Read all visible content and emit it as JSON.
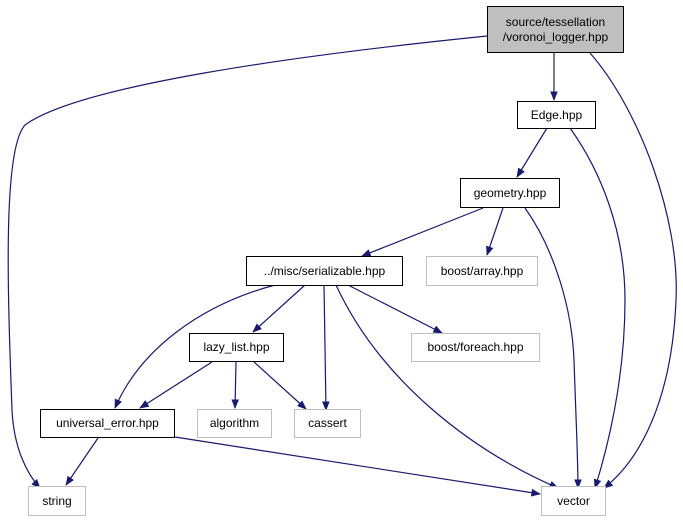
{
  "colors": {
    "edge": "#191970",
    "root_fill": "#bfbfbf",
    "local_border": "#000000",
    "external_border": "#bfbfbf"
  },
  "nodes": {
    "root": {
      "line1": "source/tessellation",
      "line2": "/voronoi_logger.hpp"
    },
    "edge": {
      "label": "Edge.hpp"
    },
    "geometry": {
      "label": "geometry.hpp"
    },
    "serializable": {
      "label": "../misc/serializable.hpp"
    },
    "boost_array": {
      "label": "boost/array.hpp"
    },
    "lazy_list": {
      "label": "lazy_list.hpp"
    },
    "boost_foreach": {
      "label": "boost/foreach.hpp"
    },
    "universal_error": {
      "label": "universal_error.hpp"
    },
    "algorithm": {
      "label": "algorithm"
    },
    "cassert": {
      "label": "cassert"
    },
    "string": {
      "label": "string"
    },
    "vector": {
      "label": "vector"
    }
  },
  "edges": [
    [
      "root",
      "edge"
    ],
    [
      "root",
      "string"
    ],
    [
      "root",
      "vector"
    ],
    [
      "edge",
      "geometry"
    ],
    [
      "edge",
      "vector"
    ],
    [
      "geometry",
      "serializable"
    ],
    [
      "geometry",
      "boost_array"
    ],
    [
      "geometry",
      "vector"
    ],
    [
      "serializable",
      "lazy_list"
    ],
    [
      "serializable",
      "universal_error"
    ],
    [
      "serializable",
      "cassert"
    ],
    [
      "serializable",
      "boost_foreach"
    ],
    [
      "serializable",
      "vector"
    ],
    [
      "lazy_list",
      "universal_error"
    ],
    [
      "lazy_list",
      "algorithm"
    ],
    [
      "lazy_list",
      "cassert"
    ],
    [
      "universal_error",
      "string"
    ],
    [
      "universal_error",
      "vector"
    ]
  ]
}
